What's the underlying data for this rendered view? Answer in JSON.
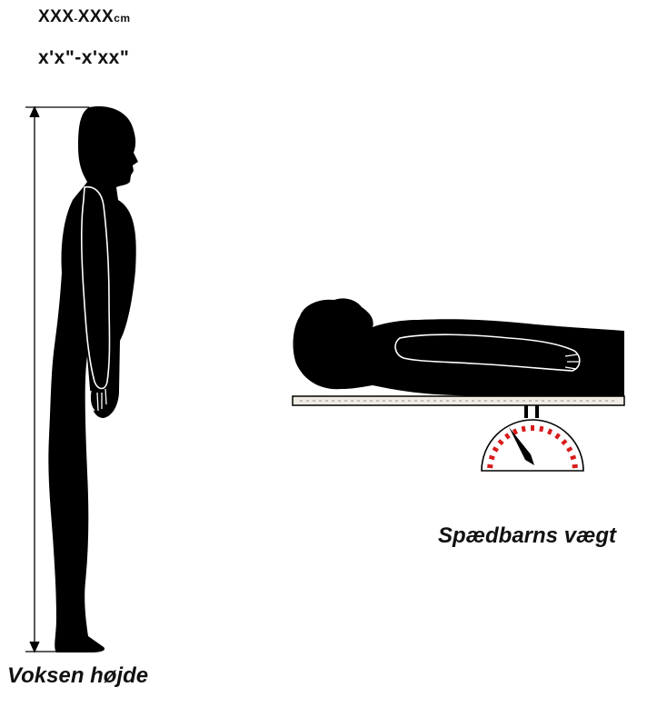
{
  "measure": {
    "cm_value_a": "XXX",
    "cm_separator": "-",
    "cm_value_b": "XXX",
    "cm_unit": "cm",
    "ft_in": "x'x\"-x'xx\""
  },
  "captions": {
    "adult": "Voksen højde",
    "infant": "Spædbarns vægt"
  },
  "colors": {
    "silhouette": "#000000",
    "scale_ticks": "#d81b1b",
    "board": "#f0ebe3"
  },
  "icons": [
    "standing-adult-silhouette",
    "height-measure-arrow",
    "lying-infant-silhouette",
    "infant-scale-gauge"
  ]
}
